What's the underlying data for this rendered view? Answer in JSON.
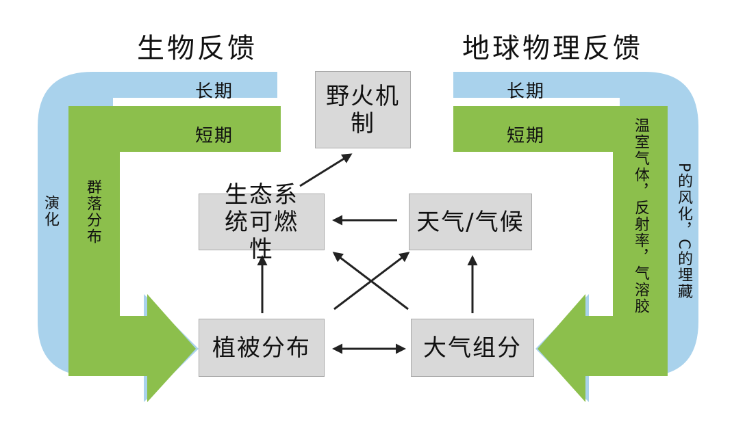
{
  "titles": {
    "biological": "生物反馈",
    "geophysical": "地球物理反馈"
  },
  "left_loop": {
    "long_term": "长期",
    "short_term": "短期",
    "outer": "演化",
    "inner": "群落分布"
  },
  "right_loop": {
    "long_term": "长期",
    "short_term": "短期",
    "outer": "P的风化，C的埋藏",
    "inner": "温室气体，反射率，气溶胶"
  },
  "boxes": {
    "fire_regime": "野火机制",
    "flammability": "生态系统可燃性",
    "weather": "天气/气候",
    "vegetation": "植被分布",
    "atmosphere": "大气组分"
  },
  "colors": {
    "blue": "#a9d2ec",
    "green": "#8cbf4c",
    "box": "#d9d9d9"
  }
}
